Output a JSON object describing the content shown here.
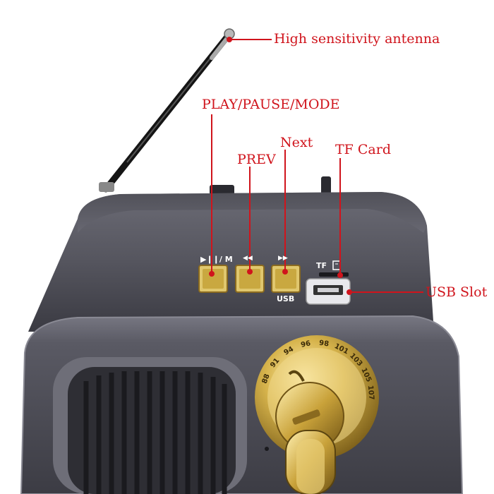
{
  "colors": {
    "callout_text": "#d0141c",
    "callout_line": "#d0141c",
    "body": "#5c5c66",
    "body_dark": "#3b3b43",
    "gold": "#c9a53c",
    "grille": "#2d2d33"
  },
  "callouts": {
    "antenna": "High sensitivity antenna",
    "play_pause_mode": "PLAY/PAUSE/MODE",
    "prev": "PREV",
    "next": "Next",
    "tf_card": "TF Card",
    "usb_slot": "USB Slot"
  },
  "panel_labels": {
    "play_mode": "▶❙❙/ M",
    "prev": "◀◀",
    "next": "▶▶",
    "tf": "TF",
    "usb": "USB"
  },
  "dial": {
    "numbers": [
      "88",
      "91",
      "94",
      "96",
      "98",
      "101",
      "103",
      "105",
      "107"
    ]
  },
  "icons": [
    "antenna-icon",
    "speaker-grille-icon",
    "tuning-dial-icon",
    "volume-knob-icon",
    "sd-card-icon"
  ]
}
